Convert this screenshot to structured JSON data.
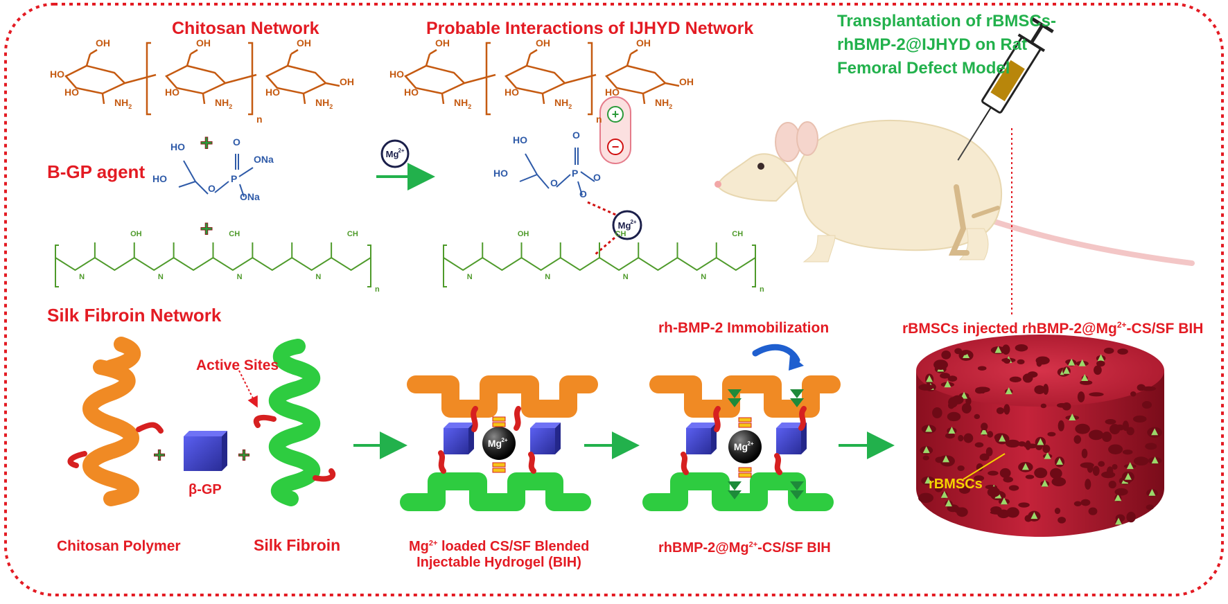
{
  "top": {
    "chitosan_title": "Chitosan Network",
    "interactions_title": "Probable Interactions of IJHYD Network",
    "transplant_title_l1": "Transplantation of rBMSCs-",
    "transplant_title_l2": "rhBMP-2@IJHYD on Rat",
    "transplant_title_l3": "Femoral Defect Model",
    "bgp_agent": "B-GP agent",
    "silk_network": "Silk Fibroin Network",
    "mg_badge_prefix": "Mg",
    "mg_badge_sup": "2+"
  },
  "chem": {
    "oh": "OH",
    "ho": "HO",
    "nh2": "NH",
    "sub2": "2",
    "n": "n",
    "o": "O",
    "p": "P",
    "ona": "ONa",
    "ch3": "CH",
    "h": "H",
    "n_atom": "N",
    "plus_sign": "+",
    "minus_sign": "−"
  },
  "bottom": {
    "rh_immobilization": "rh-BMP-2 Immobilization",
    "rbmscs_injected_prefix": "rBMSCs injected rhBMP-2@Mg",
    "rbmscs_injected_sup": "2+",
    "rbmscs_injected_suffix": "-CS/SF BIH",
    "active_sites": "Active Sites",
    "bgp": "β-GP",
    "chitosan_polymer": "Chitosan Polymer",
    "silk_fibroin": "Silk Fibroin",
    "mg_loaded_l1_prefix": "Mg",
    "mg_loaded_l1_sup": "2+",
    "mg_loaded_l1_suffix": " loaded CS/SF Blended",
    "mg_loaded_l2": "Injectable Hydrogel (BIH)",
    "rhbmp_bih_prefix": "rhBMP-2@Mg",
    "rhbmp_bih_sup": "2+",
    "rhbmp_bih_suffix": "-CS/SF BIH",
    "rbmscs": "rBMSCs",
    "plus": "+"
  },
  "colors": {
    "frame": "#e31b23",
    "chitosan": "#c55a11",
    "bgp": "#2e5aa8",
    "silk": "#4e9a2a",
    "title_red": "#e31b23",
    "title_green": "#22b14c",
    "arrow": "#22b14c",
    "orange_polymer": "#f08a24",
    "green_polymer": "#2ecc40",
    "bgp_cube": "#3b3fb8",
    "scaffold": "#c4233a"
  }
}
